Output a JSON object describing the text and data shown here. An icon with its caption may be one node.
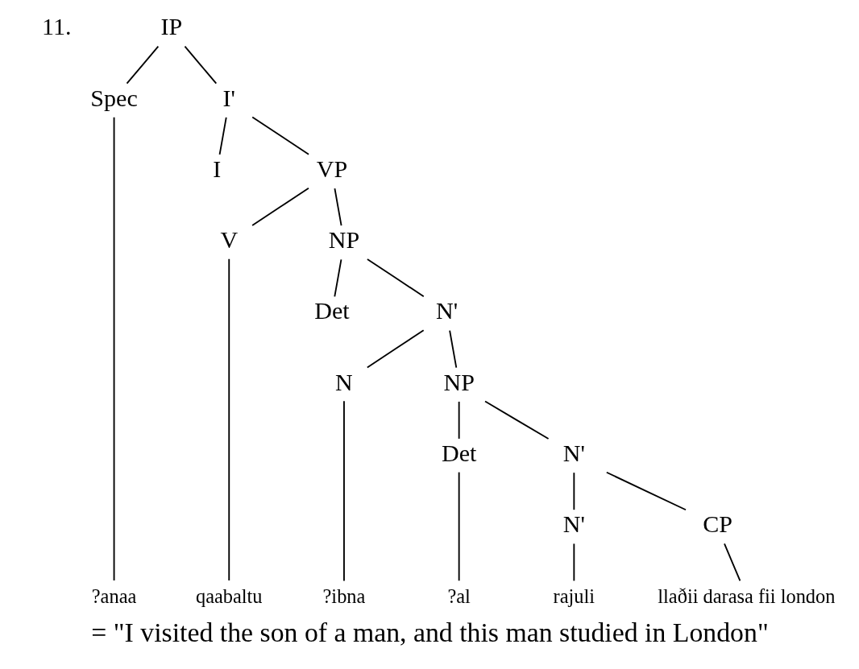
{
  "diagram": {
    "caption": "= \"I visited the son of a man, and this man studied in London\"",
    "nodes": [
      {
        "text": [
          "IP"
        ]
      },
      {
        "text": [
          "Spec"
        ]
      },
      {
        "text": [
          "I'"
        ]
      },
      {
        "text": [
          "I"
        ]
      },
      {
        "text": [
          "VP"
        ]
      },
      {
        "text": [
          "V"
        ]
      },
      {
        "text": [
          "NP"
        ]
      },
      {
        "text": [
          "Det"
        ]
      },
      {
        "text": [
          "N'"
        ]
      },
      {
        "text": [
          "N"
        ]
      },
      {
        "text": [
          "NP"
        ]
      },
      {
        "text": [
          "Det"
        ]
      },
      {
        "text": [
          "N'"
        ]
      },
      {
        "text": [
          "N'"
        ]
      },
      {
        "text": [
          "CP"
        ]
      },
      {
        "text": [
          "?anaa"
        ]
      },
      {
        "text": [
          "qaabaltu"
        ]
      },
      {
        "text": [
          "?ibna"
        ]
      },
      {
        "text": [
          "?al"
        ]
      },
      {
        "text": [
          "rajuli"
        ]
      },
      {
        "text": [
          "llaðii darasa fii london"
        ]
      }
    ],
    "edges": [
      {
        "from": 0,
        "to": 1,
        "arrow": "none"
      },
      {
        "from": 0,
        "to": 2,
        "arrow": "none"
      },
      {
        "from": 2,
        "to": 3,
        "arrow": "none"
      },
      {
        "from": 2,
        "to": 4,
        "arrow": "none"
      },
      {
        "from": 4,
        "to": 5,
        "arrow": "none"
      },
      {
        "from": 4,
        "to": 6,
        "arrow": "none"
      },
      {
        "from": 6,
        "to": 7,
        "arrow": "none"
      },
      {
        "from": 6,
        "to": 8,
        "arrow": "none"
      },
      {
        "from": 8,
        "to": 9,
        "arrow": "none"
      },
      {
        "from": 8,
        "to": 10,
        "arrow": "none"
      },
      {
        "from": 10,
        "to": 11,
        "arrow": "none"
      },
      {
        "from": 10,
        "to": 12,
        "arrow": "none"
      },
      {
        "from": 12,
        "to": 13,
        "arrow": "none"
      },
      {
        "from": 12,
        "to": 14,
        "arrow": "none"
      },
      {
        "from": 1,
        "to": 15,
        "arrow": "none"
      },
      {
        "from": 5,
        "to": 16,
        "arrow": "none"
      },
      {
        "from": 9,
        "to": 17,
        "arrow": "none"
      },
      {
        "from": 11,
        "to": 18,
        "arrow": "none"
      },
      {
        "from": 13,
        "to": 19,
        "arrow": "none"
      },
      {
        "from": 14,
        "to": 20,
        "arrow": "none"
      }
    ],
    "labels": [
      "11."
    ]
  }
}
